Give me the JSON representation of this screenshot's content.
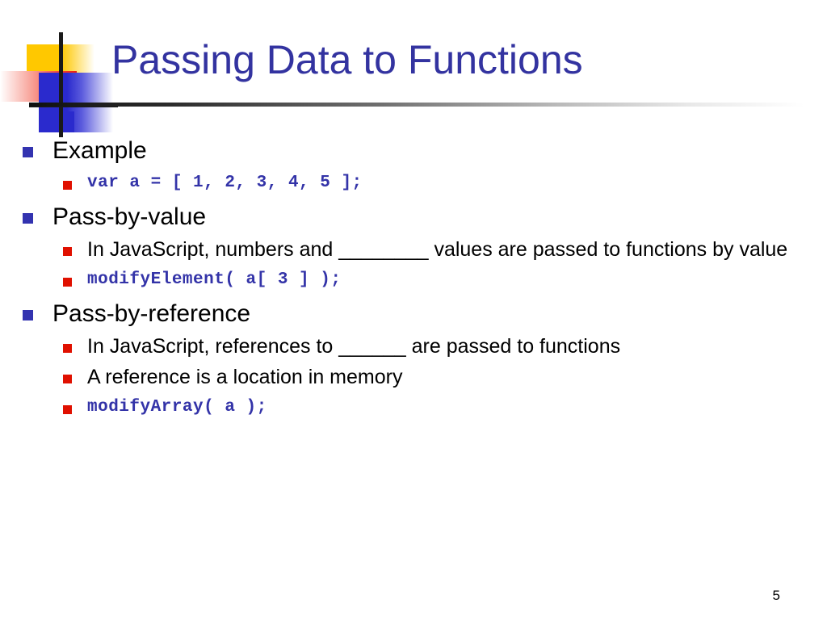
{
  "slide": {
    "title": "Passing Data to Functions",
    "page_number": "5",
    "colors": {
      "title_blue": "#3333A0",
      "code_blue": "#3333A8",
      "bullet_level1": "#3333B0",
      "bullet_level2": "#E01000",
      "logo_yellow": "#FFC800",
      "logo_red": "#F0200C",
      "logo_blue": "#2A2ACD",
      "rule_dark": "#101010",
      "text_black": "#000000"
    },
    "outline": [
      {
        "level": 1,
        "kind": "text",
        "text": "Example"
      },
      {
        "level": 2,
        "kind": "code",
        "text": "var a = [ 1, 2, 3, 4, 5 ];"
      },
      {
        "level": 1,
        "kind": "text",
        "text": "Pass-by-value"
      },
      {
        "level": 2,
        "kind": "text",
        "text": "In JavaScript, numbers and ________ values are passed to functions by value"
      },
      {
        "level": 2,
        "kind": "code",
        "text": "modifyElement( a[ 3 ] );"
      },
      {
        "level": 1,
        "kind": "text",
        "text": "Pass-by-reference"
      },
      {
        "level": 2,
        "kind": "text",
        "text": "In JavaScript, references to ______ are passed to functions"
      },
      {
        "level": 2,
        "kind": "text",
        "text": "A reference is a location in memory"
      },
      {
        "level": 2,
        "kind": "code",
        "text": "modifyArray( a );"
      }
    ]
  }
}
